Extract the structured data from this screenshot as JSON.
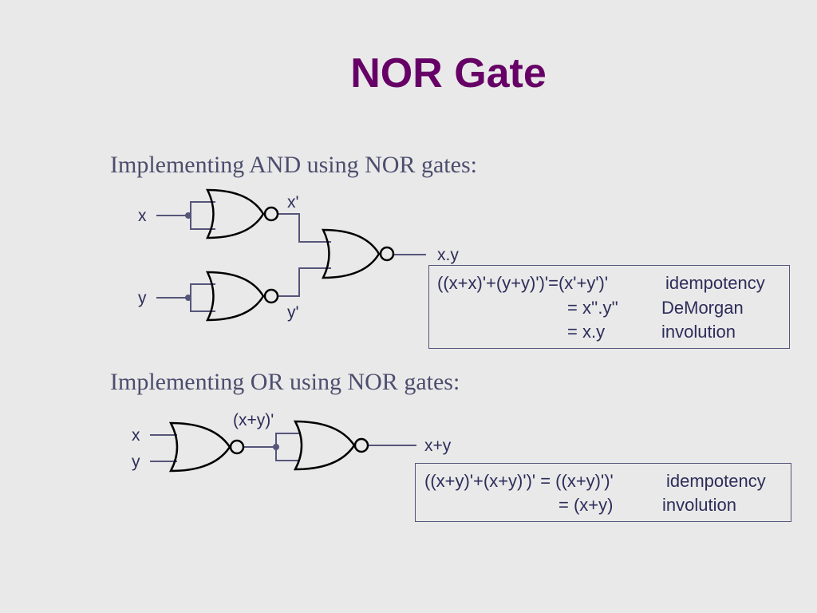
{
  "title": "NOR Gate",
  "and_section": {
    "heading": "Implementing AND using NOR gates:",
    "labels": {
      "x_in": "x",
      "y_in": "y",
      "x_comp": "x'",
      "y_comp": "y'",
      "out": "x.y"
    },
    "equations": [
      {
        "expr": "((x+x)'+(y+y)')'=(x'+y')'",
        "rule": "idempotency"
      },
      {
        "expr": "= x''.y''",
        "rule": "DeMorgan"
      },
      {
        "expr": "= x.y",
        "rule": "involution"
      }
    ]
  },
  "or_section": {
    "heading": "Implementing OR using NOR gates:",
    "labels": {
      "x_in": "x",
      "y_in": "y",
      "mid": "(x+y)'",
      "out": "x+y"
    },
    "equations": [
      {
        "expr": "((x+y)'+(x+y)')' = ((x+y)')'",
        "rule": "idempotency"
      },
      {
        "expr": "= (x+y)",
        "rule": "involution"
      }
    ]
  },
  "colors": {
    "title": "#660066",
    "heading": "#4d4d6e",
    "wire": "#55557a",
    "gate": "#000000",
    "text": "#2d2d5a"
  }
}
